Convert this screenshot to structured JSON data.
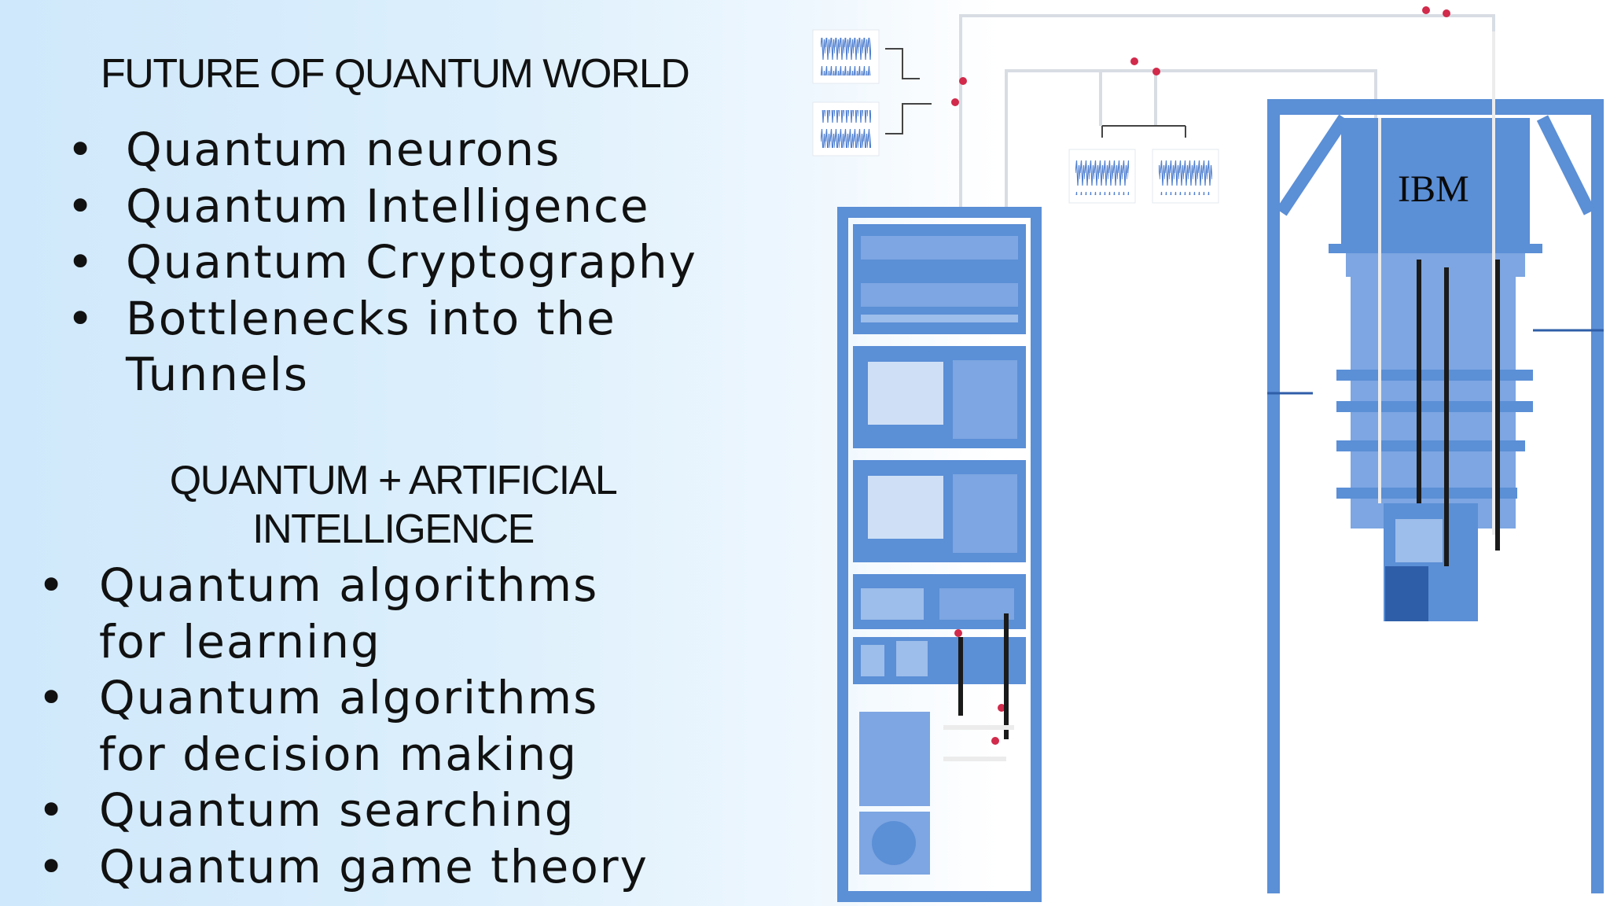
{
  "slide": {
    "section1": {
      "title": "FUTURE OF QUANTUM WORLD",
      "items": [
        "Quantum neurons",
        "Quantum Intelligence",
        "Quantum Cryptography",
        "Bottlenecks into the Tunnels"
      ]
    },
    "section2": {
      "title_line1": "QUANTUM + ARTIFICIAL",
      "title_line2": "INTELLIGENCE",
      "items": [
        "Quantum algorithms for learning",
        "Quantum algorithms for decision making",
        "Quantum searching",
        "Quantum game theory"
      ]
    },
    "illustration": {
      "brand_label": "IBM",
      "icons": [
        "waveform-icon",
        "server-rack-icon",
        "dilution-refrigerator-icon"
      ],
      "colors": {
        "equipment_blue": "#5b8fd6",
        "equipment_light": "#9dbdea",
        "equipment_dark": "#2f5ea8",
        "cable_red": "#d12a4b",
        "background_gradient_start": "#cfe8fb"
      }
    }
  }
}
